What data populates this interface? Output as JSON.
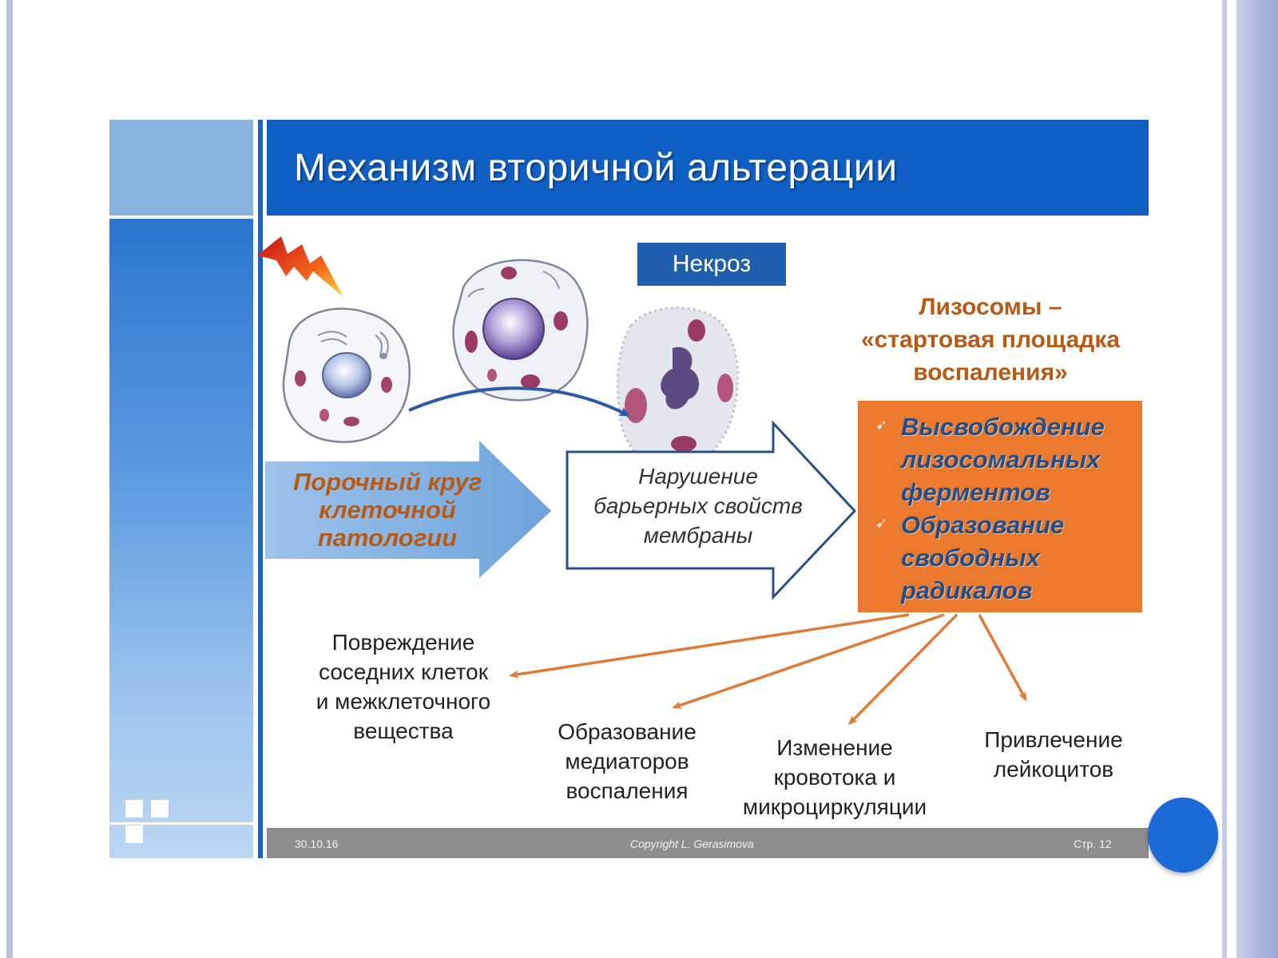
{
  "slide": {
    "title": "Механизм вторичной альтерации",
    "necrosis_label": "Некроз",
    "lysosome_title": [
      "Лизосомы –",
      "«стартовая площадка",
      "воспаления»"
    ],
    "lysosome_effects": [
      "Высвобождение лизосомальных ферментов",
      "Образование свободных радикалов"
    ],
    "vicious_circle": [
      "Порочный круг",
      "клеточной",
      "патологии"
    ],
    "barrier_text": [
      "Нарушение",
      "барьерных свойств",
      "мембраны"
    ],
    "consequences": {
      "damage": [
        "Повреждение",
        "соседних клеток",
        "и межклеточного",
        "вещества"
      ],
      "mediators": [
        "Образование",
        "медиаторов",
        "воспаления"
      ],
      "bloodflow": [
        "Изменение",
        "кровотока и",
        "микроциркуляции"
      ],
      "leukocytes": [
        "Привлечение",
        "лейкоцитов"
      ]
    },
    "footer": {
      "date": "30.10.16",
      "copyright": "Copyright L. Gerasimova",
      "page": "Стр. 12"
    }
  },
  "colors": {
    "header_blue": "#0f5fc4",
    "orange": "#ec7a2e",
    "orange_text": "#b85a14",
    "arrow_orange": "#e07a35",
    "navy": "#1f5fad"
  }
}
